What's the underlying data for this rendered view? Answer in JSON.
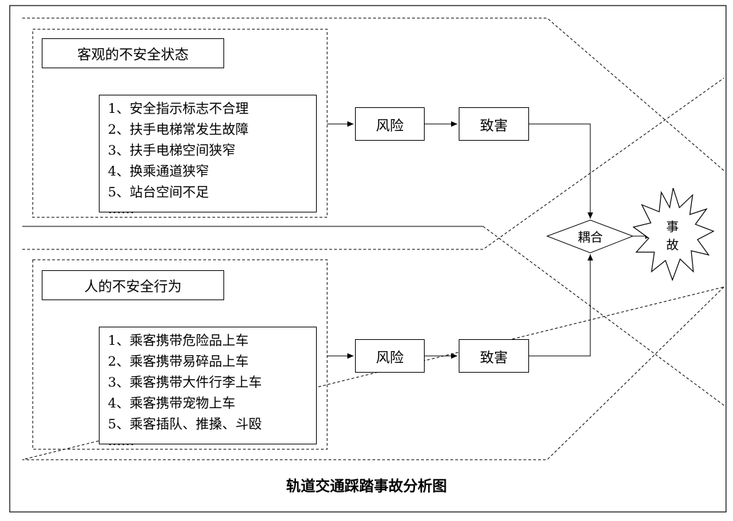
{
  "caption": "轨道交通踩踏事故分析图",
  "groups": [
    {
      "title": "客观的不安全状态",
      "items": [
        "1、安全指示标志不合理",
        "2、扶手电梯常发生故障",
        "3、扶手电梯空间狭窄",
        "4、换乘通道狭窄",
        "5、站台空间不足",
        "……"
      ],
      "risk": "风险",
      "harm": "致害"
    },
    {
      "title": "人的不安全行为",
      "items": [
        "1、乘客携带危险品上车",
        "2、乘客携带易碎品上车",
        "3、乘客携带大件行李上车",
        "4、乘客携带宠物上车",
        "5、乘客插队、推搡、斗殴",
        "……"
      ],
      "risk": "风险",
      "harm": "致害"
    }
  ],
  "coupling": "耦合",
  "accident": [
    "事",
    "故"
  ]
}
